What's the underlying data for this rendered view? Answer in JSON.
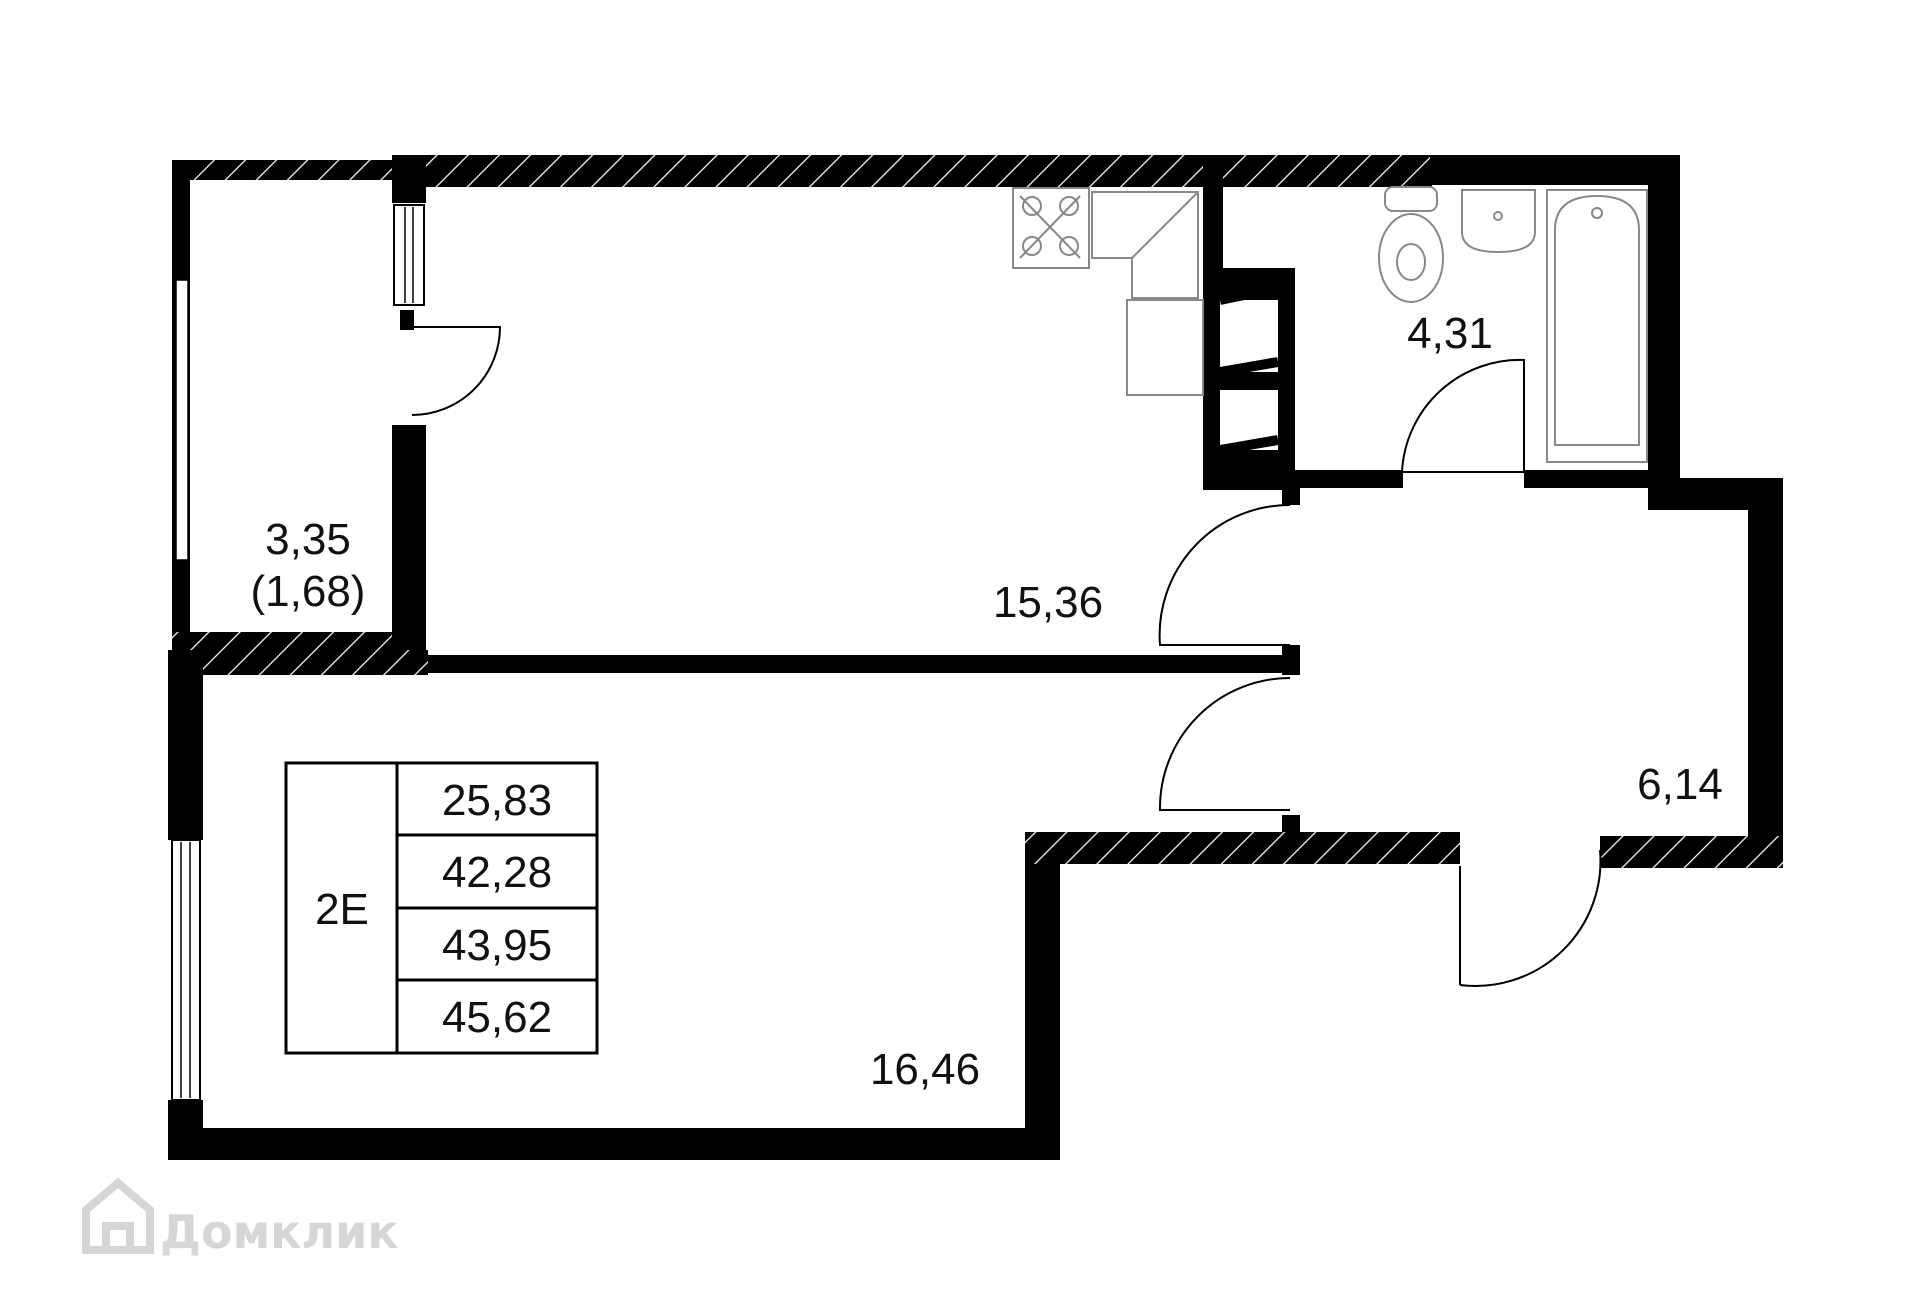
{
  "rooms": {
    "balcony": {
      "area": "3,35",
      "area_reduced": "(1,68)"
    },
    "kitchen_living": {
      "area": "15,36"
    },
    "bathroom": {
      "area": "4,31"
    },
    "hallway": {
      "area": "6,14"
    },
    "bedroom": {
      "area": "16,46"
    }
  },
  "summary_table": {
    "type_label": "2E",
    "values": [
      "25,83",
      "42,28",
      "43,95",
      "45,62"
    ]
  },
  "watermark": {
    "text": "Домклик"
  },
  "colors": {
    "wall": "#000000",
    "fixture_line": "#888888",
    "background": "#ffffff",
    "watermark": "#d6d6d6"
  }
}
